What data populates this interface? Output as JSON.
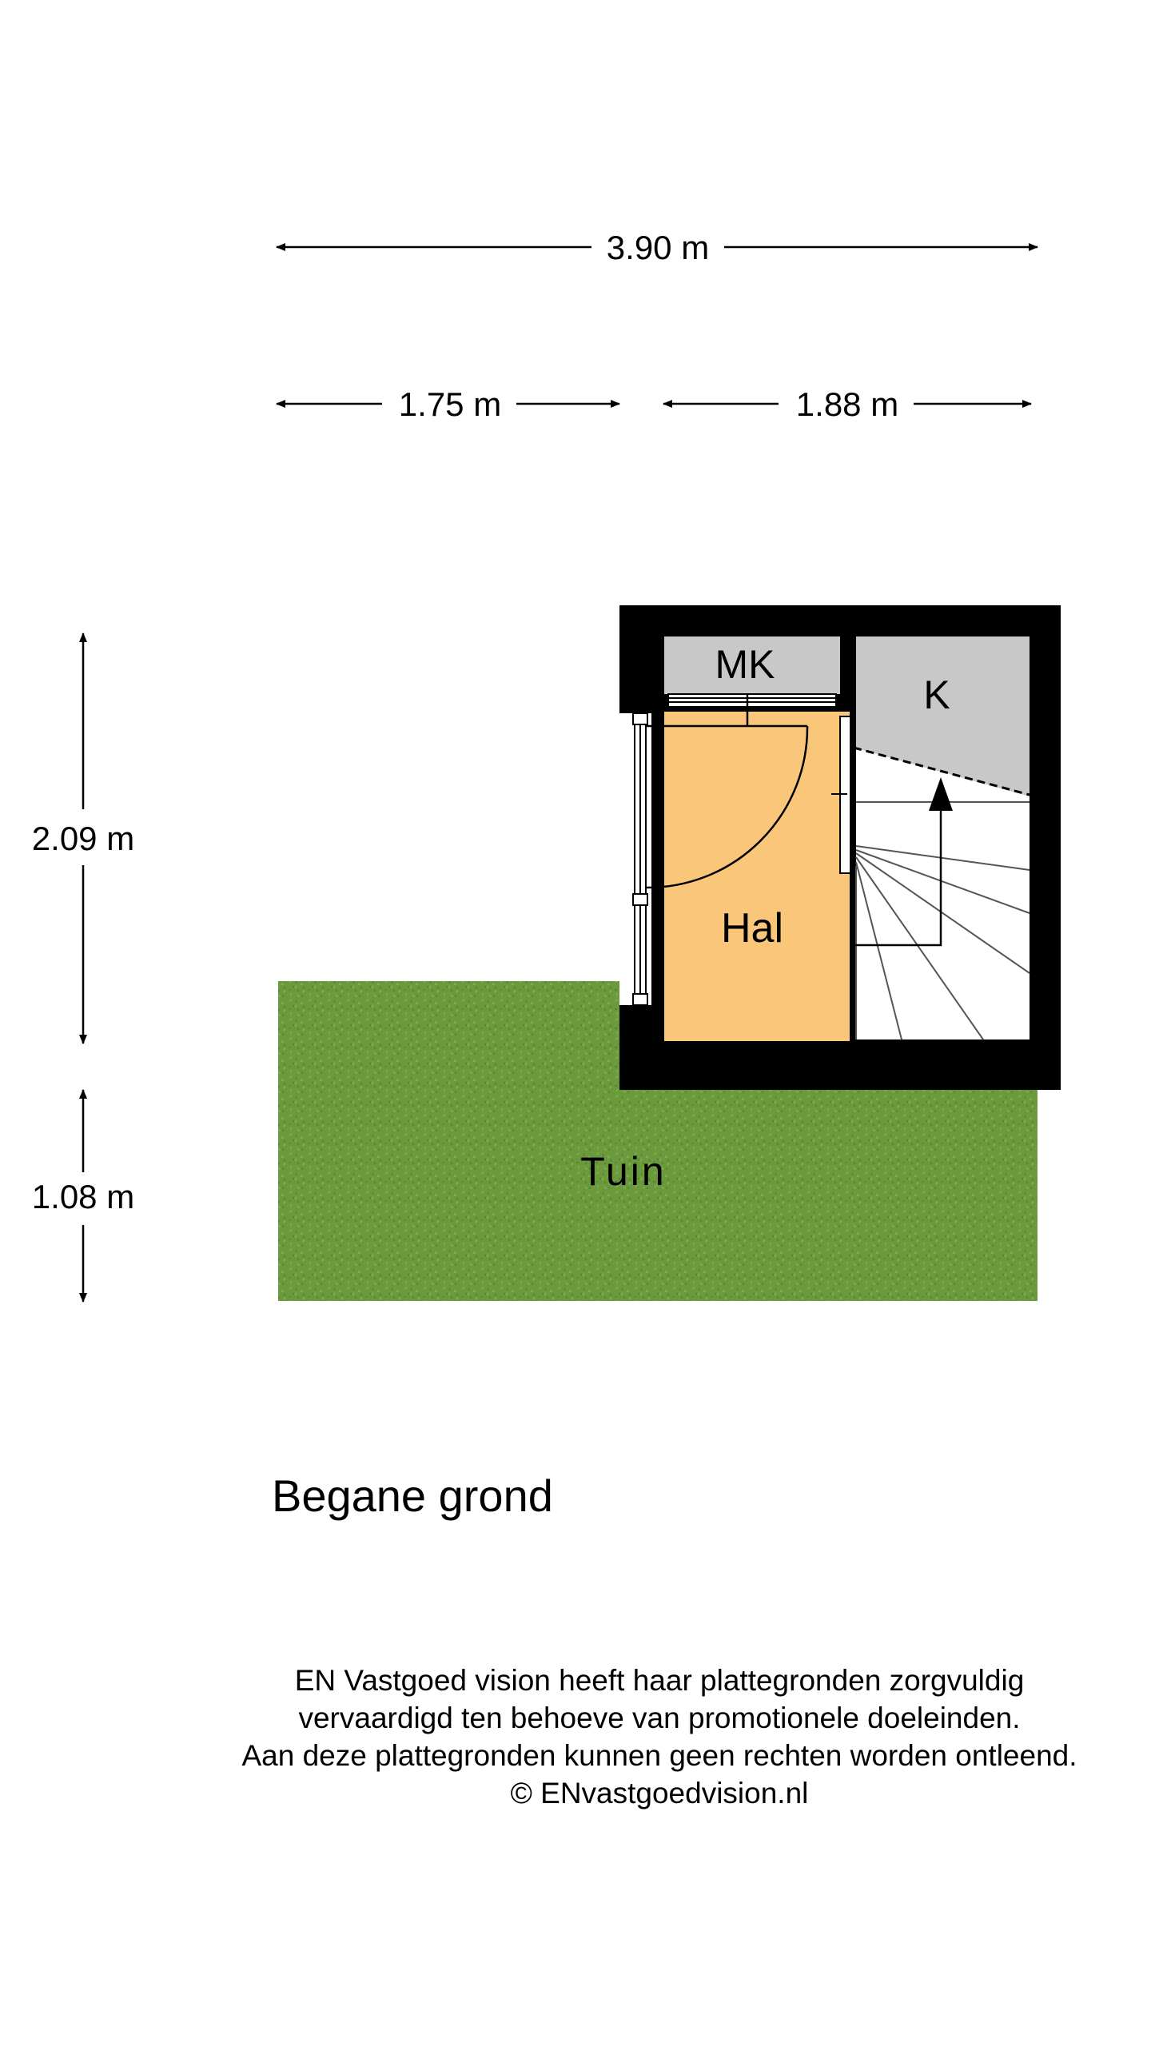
{
  "dimensions": {
    "total_width": "3.90 m",
    "left_width": "1.75 m",
    "right_width": "1.88 m",
    "house_depth": "2.09 m",
    "garden_depth": "1.08 m"
  },
  "rooms": {
    "meterkast": "MK",
    "kast": "K",
    "hal": "Hal",
    "tuin": "Tuin"
  },
  "floor_title": "Begane grond",
  "disclaimer": {
    "line1": "EN Vastgoed vision heeft haar plattegronden zorgvuldig",
    "line2": "vervaardigd ten behoeve van promotionele doeleinden.",
    "line3": "Aan deze plattegronden kunnen geen rechten worden ontleend.",
    "line4": "© ENvastgoedvision.nl"
  },
  "colors": {
    "wall": "#000000",
    "hal_floor": "#f9c67a",
    "storage_floor": "#c8c8c8",
    "garden": "#6a9a3c",
    "stair_floor": "#ffffff"
  }
}
